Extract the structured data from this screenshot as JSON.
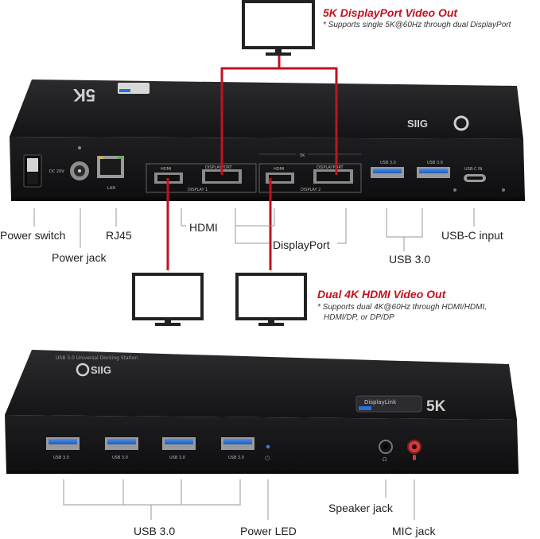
{
  "callouts": {
    "displayport_title": "5K DisplayPort Video Out",
    "displayport_note": "* Supports single 5K@60Hz through dual DisplayPort",
    "hdmi_title": "Dual 4K HDMI Video Out",
    "hdmi_note_1": "* Supports dual 4K@60Hz through HDMI/HDMI,",
    "hdmi_note_2": "HDMI/DP, or DP/DP"
  },
  "rear_labels": {
    "power_switch": "Power switch",
    "power_jack": "Power jack",
    "rj45": "RJ45",
    "hdmi": "HDMI",
    "displayport": "DisplayPort",
    "usb3": "USB 3.0",
    "usbc": "USB-C input"
  },
  "front_labels": {
    "usb3": "USB 3.0",
    "power_led": "Power LED",
    "speaker": "Speaker jack",
    "mic": "MIC jack"
  },
  "device_text": {
    "dc": "DC 20V",
    "lan": "LAN",
    "hdmi": "HDMI",
    "displayport": "DISPLAYPORT",
    "display1": "DISPLAY 1",
    "display2": "DISPLAY 2",
    "five_k": "5K",
    "usb3": "USB 3.0",
    "usbc_in": "USB-C IN",
    "brand": "SIIG",
    "product": "USB 3.0 Universal Docking Station",
    "displaylink": "DisplayLink"
  },
  "colors": {
    "accent_red": "#c1121f",
    "device": "#1c1c1e",
    "usb_blue": "#2a6fd6",
    "mic_pink": "#d23a3a"
  }
}
